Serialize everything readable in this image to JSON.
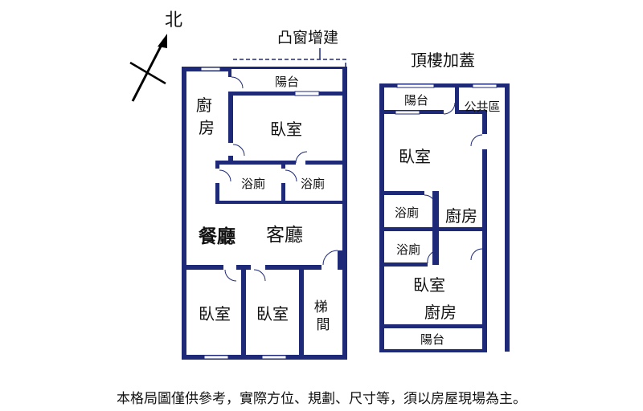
{
  "compass": {
    "label": "北"
  },
  "main_unit": {
    "bay_window_addition": "凸窗增建",
    "rooms": {
      "balcony": "陽台",
      "kitchen": "廚\n房",
      "bedroom_top": "臥室",
      "bathroom_1": "浴廁",
      "bathroom_2": "浴廁",
      "dining": "餐廳",
      "living": "客廳",
      "bedroom_bottom_left": "臥室",
      "bedroom_bottom_mid": "臥室",
      "stairs": "梯\n間"
    }
  },
  "rooftop": {
    "title": "頂樓加蓋",
    "rooms": {
      "balcony_top": "陽台",
      "public_area": "公共區",
      "bedroom_top": "臥室",
      "bathroom_1": "浴廁",
      "kitchen_1": "廚房",
      "bathroom_2": "浴廁",
      "bedroom_bottom": "臥室",
      "kitchen_2": "廚房",
      "balcony_bottom": "陽台"
    }
  },
  "disclaimer": "本格局圖僅供參考，實際方位、規劃、尺寸等，須以房屋現場為主。",
  "colors": {
    "wall": "#1e2a78",
    "text": "#111111"
  }
}
